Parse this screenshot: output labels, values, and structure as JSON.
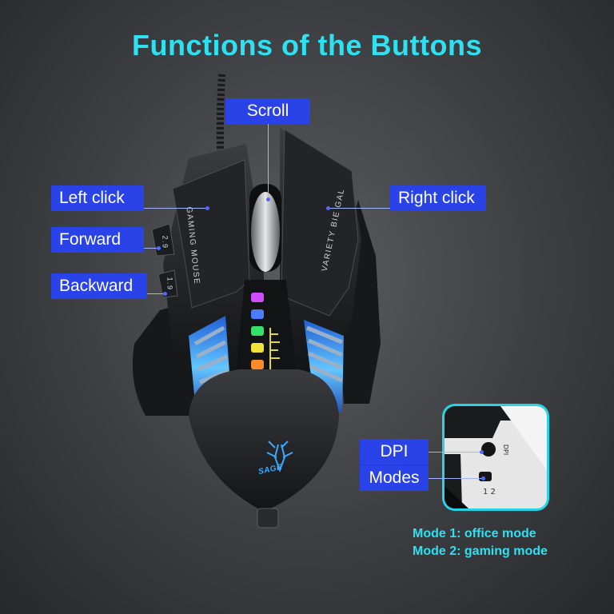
{
  "title": "Functions of the Buttons",
  "labels": {
    "scroll": "Scroll",
    "left_click": "Left click",
    "right_click": "Right click",
    "forward": "Forward",
    "backward": "Backward",
    "dpi": "DPI",
    "modes": "Modes"
  },
  "mouse_print": {
    "left_side": "GAMING MOUSE",
    "right_side": "VARIETY BIE GAL",
    "brand": "SAGE",
    "button_4": "2.9",
    "button_5": "1.9"
  },
  "inset": {
    "dpi_text": "DPI",
    "switch_positions": "1 2"
  },
  "mode_notes": [
    "Mode 1: office mode",
    "Mode 2: gaming mode"
  ],
  "colors": {
    "title": "#2ee0f0",
    "label_bg": "#2a43e8",
    "inset_border": "#27d4e6"
  }
}
